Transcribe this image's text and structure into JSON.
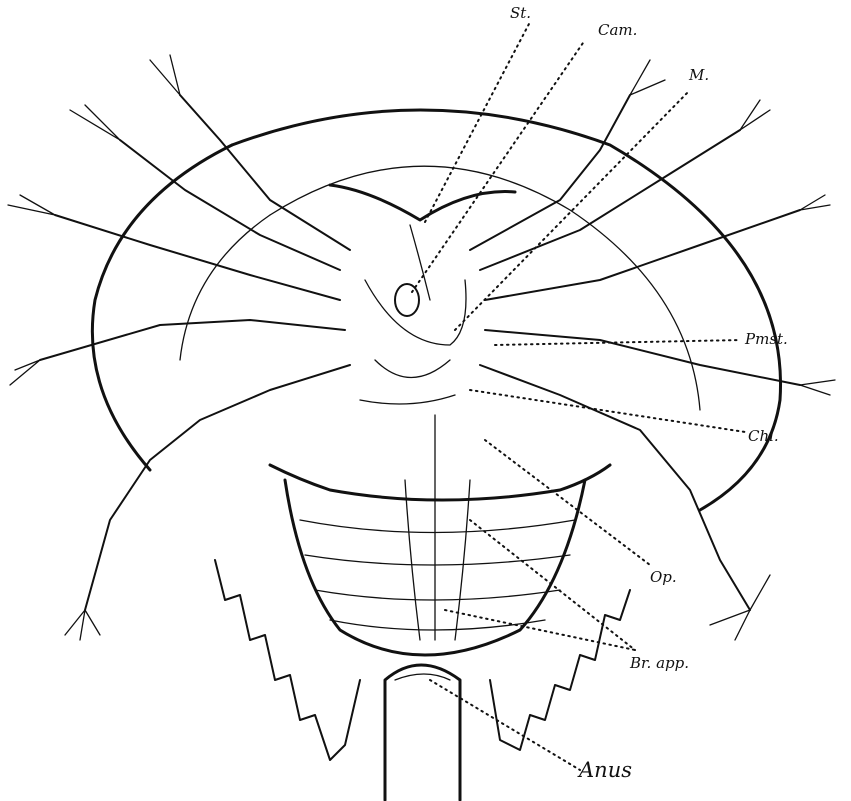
{
  "labels": {
    "st": "St.",
    "cam": "Cam.",
    "m": "M.",
    "pmst": "Pmst.",
    "chi": "Chi.",
    "op": "Op.",
    "br_app": "Br. app.",
    "anus": "Anus"
  }
}
